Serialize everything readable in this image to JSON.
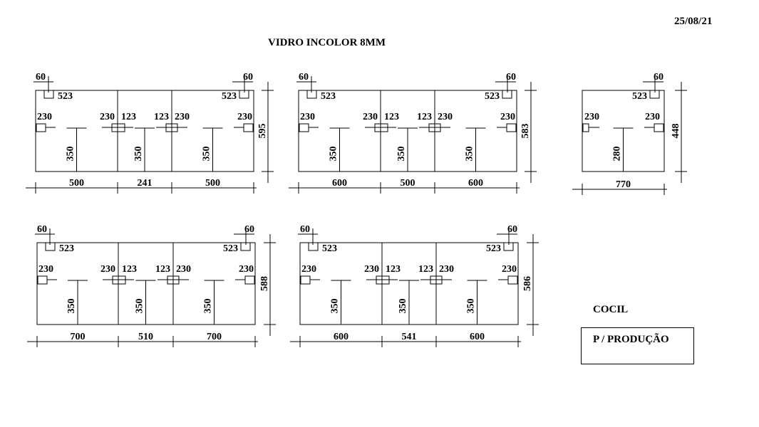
{
  "header": {
    "date": "25/08/21",
    "title": "VIDRO INCOLOR 8MM"
  },
  "footer": {
    "client": "COCIL",
    "note": "P / PRODUÇÃO"
  },
  "panels": [
    {
      "height_label": "595",
      "widths": [
        "500",
        "241",
        "500"
      ],
      "corner_left": {
        "top": "60",
        "side": "523"
      },
      "corner_right": {
        "top": "60",
        "side": "523"
      },
      "hinge_labels": [
        "230",
        "230",
        "123",
        "123",
        "230",
        "230"
      ],
      "vertical_labels": [
        "350",
        "350",
        "350"
      ]
    },
    {
      "height_label": "583",
      "widths": [
        "600",
        "500",
        "600"
      ],
      "corner_left": {
        "top": "60",
        "side": "523"
      },
      "corner_right": {
        "top": "60",
        "side": "523"
      },
      "hinge_labels": [
        "230",
        "230",
        "123",
        "123",
        "230",
        "230"
      ],
      "vertical_labels": [
        "350",
        "350",
        "350"
      ]
    },
    {
      "height_label": "448",
      "widths": [
        "770"
      ],
      "corner_right": {
        "top": "60",
        "side": "523"
      },
      "hinge_labels": [
        "230",
        "230"
      ],
      "vertical_labels": [
        "280"
      ]
    },
    {
      "height_label": "588",
      "widths": [
        "700",
        "510",
        "700"
      ],
      "corner_left": {
        "top": "60",
        "side": "523"
      },
      "corner_right": {
        "top": "60",
        "side": "523"
      },
      "hinge_labels": [
        "230",
        "230",
        "123",
        "123",
        "230",
        "230"
      ],
      "vertical_labels": [
        "350",
        "350",
        "350"
      ]
    },
    {
      "height_label": "586",
      "widths": [
        "600",
        "541",
        "600"
      ],
      "corner_left": {
        "top": "60",
        "side": "523"
      },
      "corner_right": {
        "top": "60",
        "side": "523"
      },
      "hinge_labels": [
        "230",
        "230",
        "123",
        "123",
        "230",
        "230"
      ],
      "vertical_labels": [
        "350",
        "350",
        "350"
      ]
    }
  ]
}
